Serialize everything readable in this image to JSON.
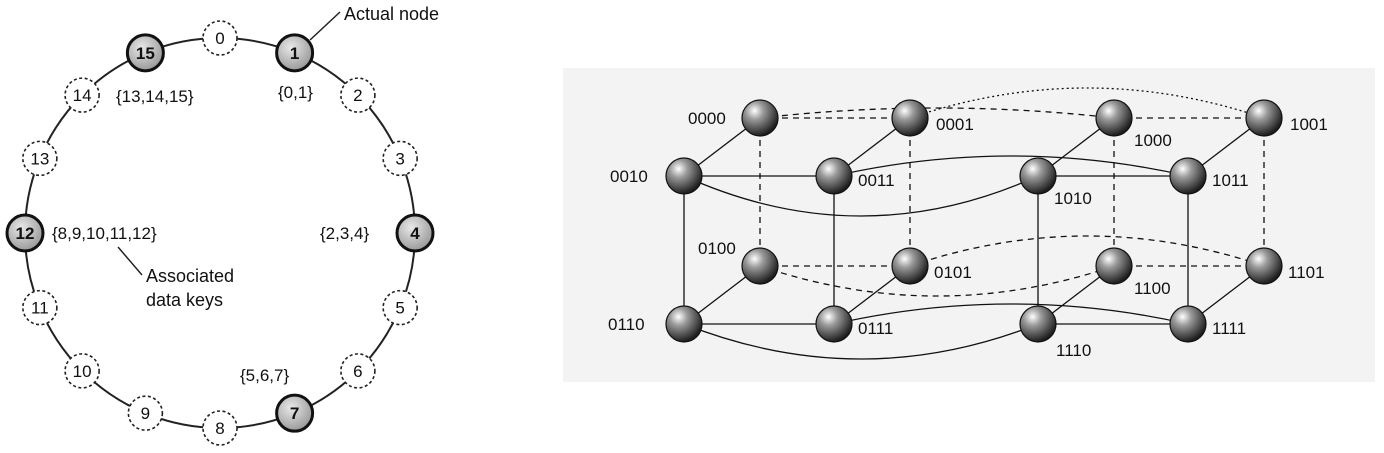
{
  "ring": {
    "nodes": [
      {
        "id": "0",
        "actual": false
      },
      {
        "id": "1",
        "actual": true
      },
      {
        "id": "2",
        "actual": false
      },
      {
        "id": "3",
        "actual": false
      },
      {
        "id": "4",
        "actual": true
      },
      {
        "id": "5",
        "actual": false
      },
      {
        "id": "6",
        "actual": false
      },
      {
        "id": "7",
        "actual": true
      },
      {
        "id": "8",
        "actual": false
      },
      {
        "id": "9",
        "actual": false
      },
      {
        "id": "10",
        "actual": false
      },
      {
        "id": "11",
        "actual": false
      },
      {
        "id": "12",
        "actual": true
      },
      {
        "id": "13",
        "actual": false
      },
      {
        "id": "14",
        "actual": false
      },
      {
        "id": "15",
        "actual": true
      }
    ],
    "key_sets": {
      "node_1": "{0,1}",
      "node_4": "{2,3,4}",
      "node_7": "{5,6,7}",
      "node_12": "{8,9,10,11,12}",
      "node_15": "{13,14,15}"
    },
    "annotation_actual_node": "Actual node",
    "annotation_data_keys_line1": "Associated",
    "annotation_data_keys_line2": "data keys"
  },
  "hypercube": {
    "nodes": [
      "0000",
      "0001",
      "1000",
      "1001",
      "0010",
      "0011",
      "1010",
      "1011",
      "0100",
      "0101",
      "1100",
      "1101",
      "0110",
      "0111",
      "1110",
      "1111"
    ]
  },
  "colors": {
    "actual_node_fill": "#bdbdbd",
    "ring_line": "#222222",
    "panel_background": "#f3f3f3"
  }
}
